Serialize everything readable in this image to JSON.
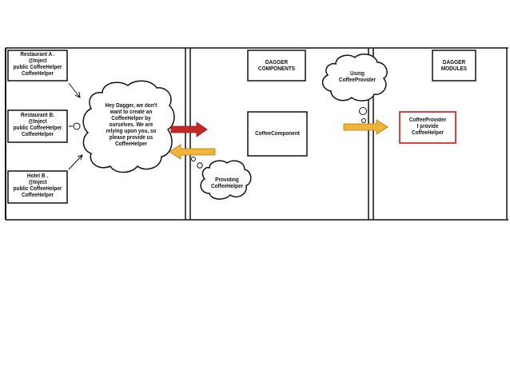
{
  "restaurant_a": {
    "lines": "Restaurant A .\n@Inject\npublic CoffeeHelper\nCoffeeHelper"
  },
  "restaurant_b": {
    "lines": "Restaurant B.\n@Inject\npublic CoffeeHelper\nCoffeeHelper"
  },
  "hotel_b": {
    "lines": "Hotel B .\n@Inject\npublic CoffeeHelper\nCoffeeHelper"
  },
  "request_cloud": {
    "text": "Hey Dagger, we don't\nwant to create an\nCoffeeHelper by\nourselves. We are\nrelying upon you, so\nplease provide us\nCoffeeHelper"
  },
  "dagger_components": {
    "title": "DAGGER\nCOMPONENTS"
  },
  "coffee_component": {
    "label": "CoffeeComponent"
  },
  "providing_cloud": {
    "text": "Providing\nCoffeeHelper"
  },
  "using_cloud": {
    "text": "Using\nCoffeeProvider"
  },
  "dagger_modules": {
    "title": "DAGGER\nMODULES"
  },
  "coffee_provider": {
    "text": "CoffeeProvider\nI provide\nCoffeeHelper"
  },
  "colors": {
    "request_arrow": "#c62828",
    "response_arrow": "#f2b33a",
    "provider_border": "#d32f2f"
  }
}
